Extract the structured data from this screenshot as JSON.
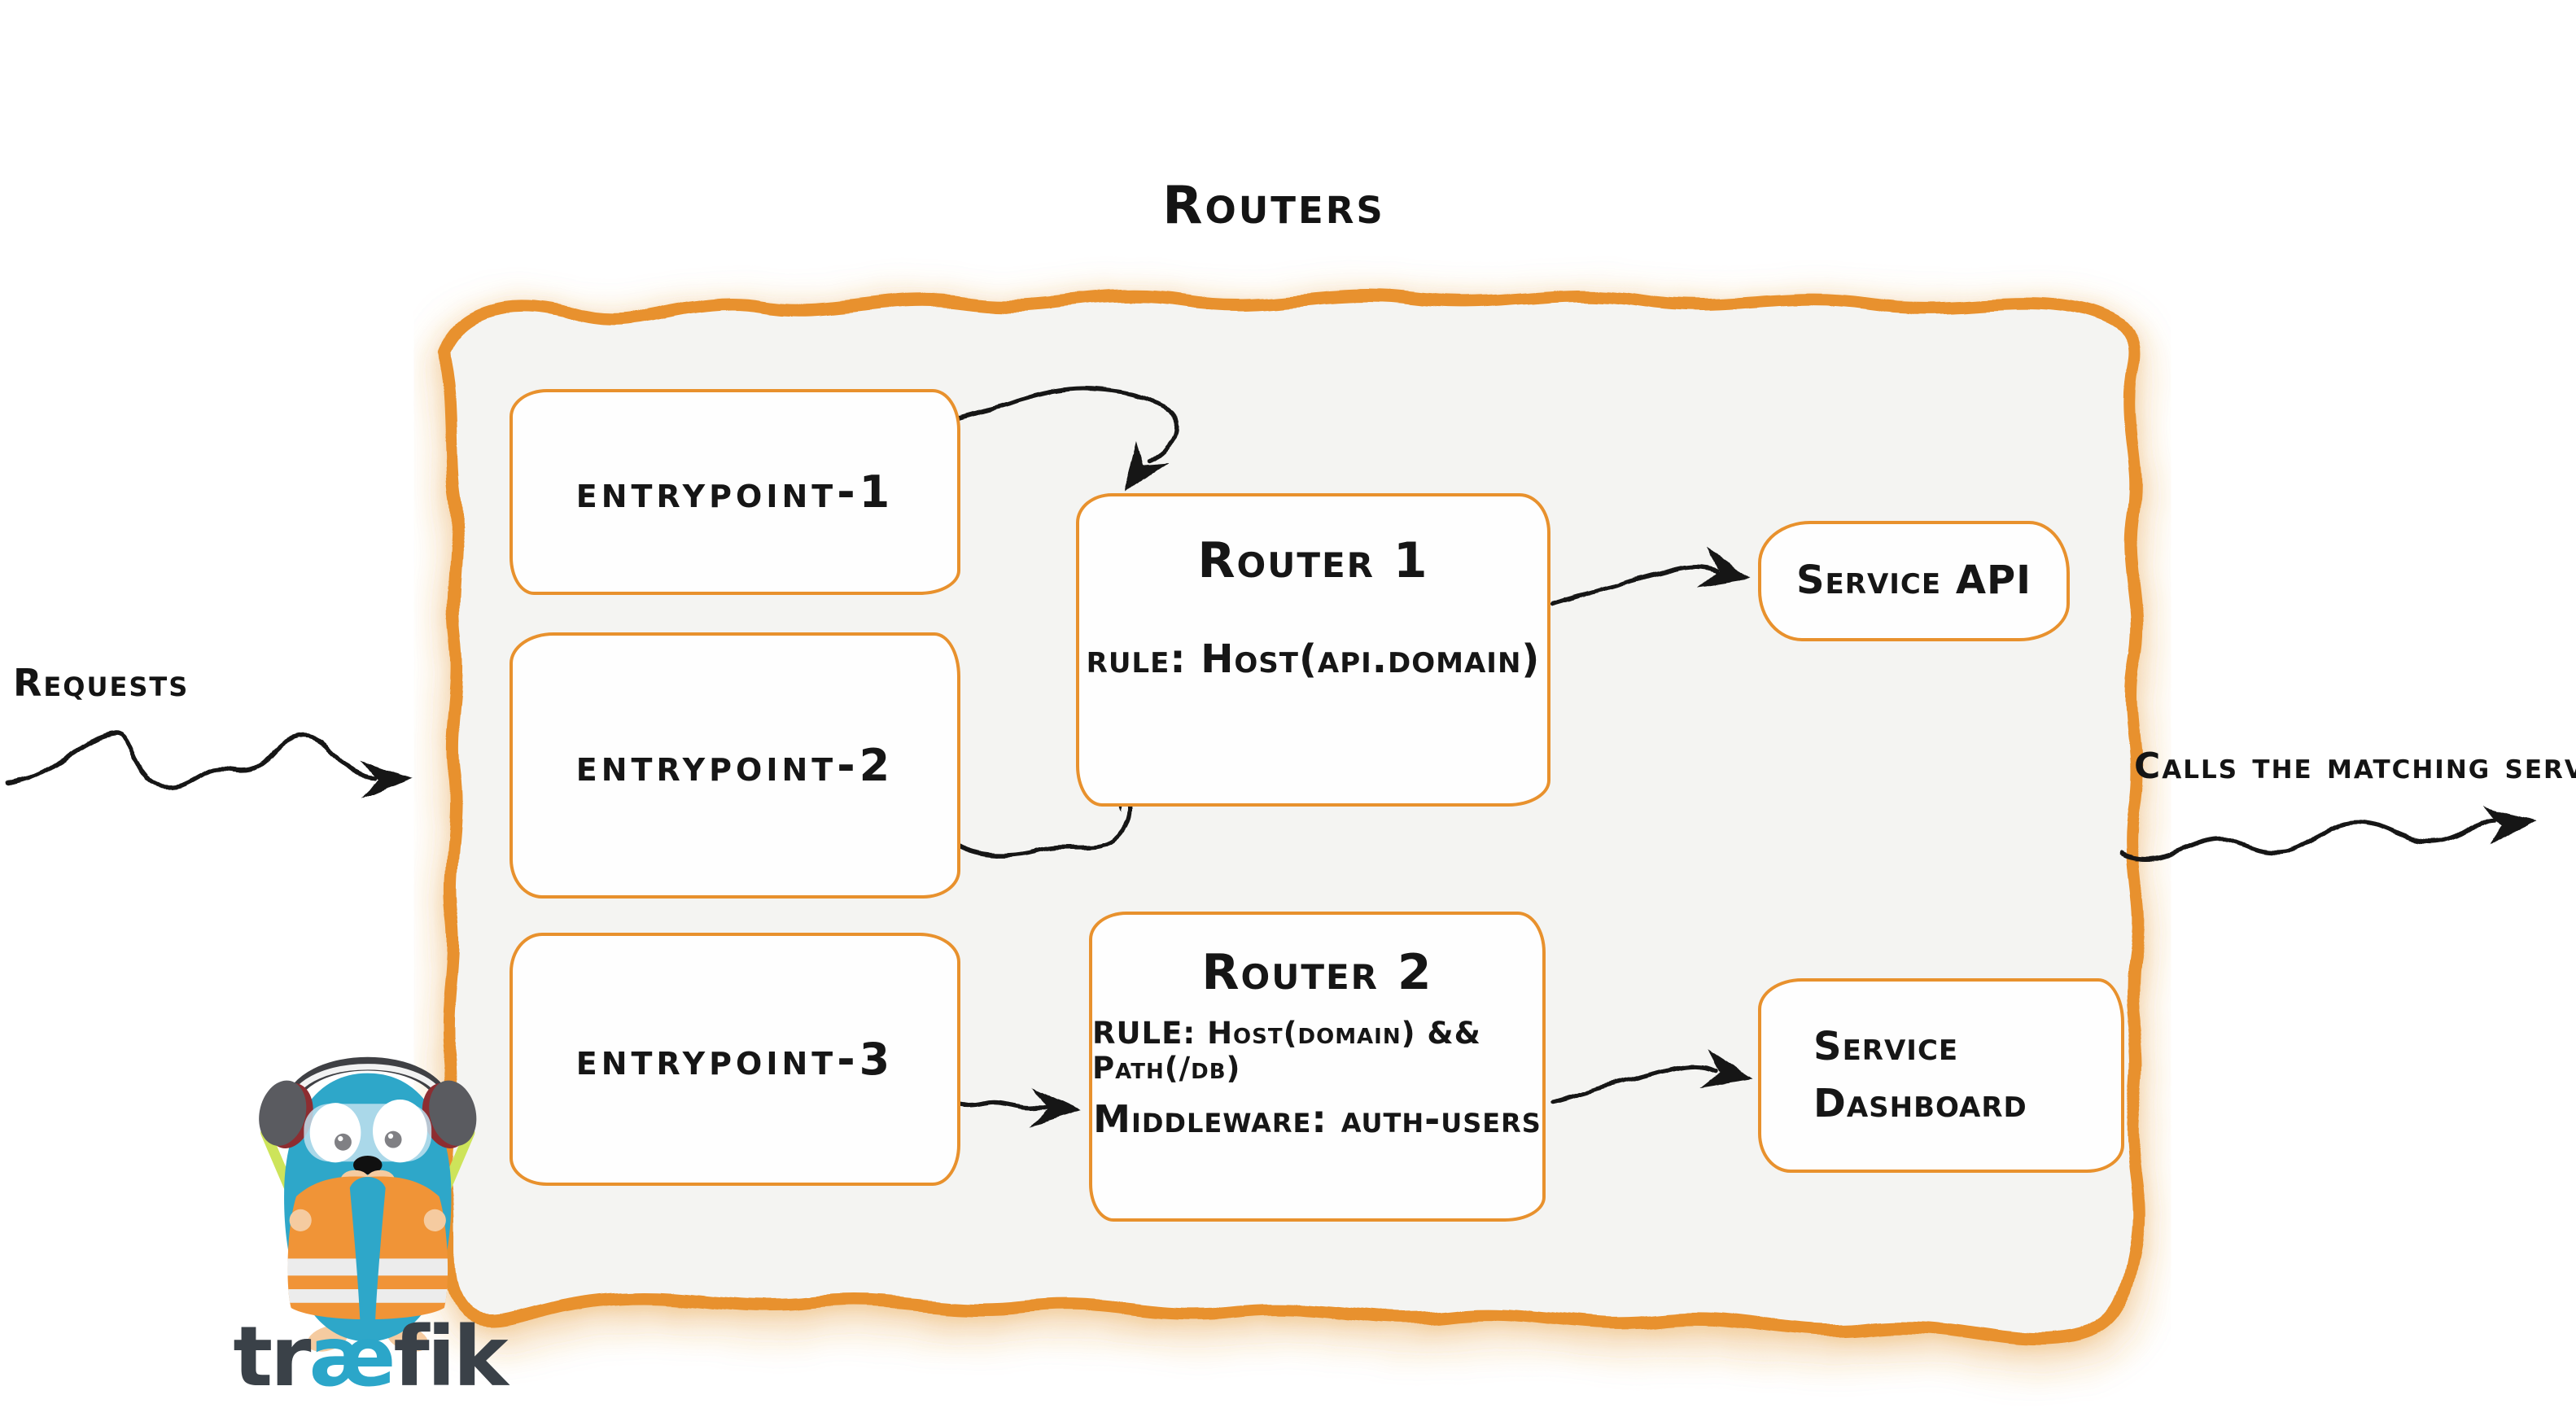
{
  "diagram": {
    "title": "Routers",
    "left_label": "Requests",
    "right_label": "Calls the matching server",
    "entrypoints": [
      {
        "label": "entrypoint-1"
      },
      {
        "label": "entrypoint-2"
      },
      {
        "label": "entrypoint-3"
      }
    ],
    "routers": [
      {
        "title": "Router 1",
        "rule": "rule: Host(api.domain)"
      },
      {
        "title": "Router 2",
        "rule": "RULE: Host(domain) && Path(/db)",
        "middleware": "Middleware: auth-users"
      }
    ],
    "services": [
      {
        "label": "Service API"
      },
      {
        "label_line1": "Service",
        "label_line2": "Dashboard"
      }
    ]
  },
  "logo": {
    "name": "traefik-gopher-mascot",
    "wordmark_pre": "tr",
    "wordmark_ae": "æ",
    "wordmark_post": "fik"
  },
  "colors": {
    "accent_orange": "#e8912d",
    "container_fill": "#f4f4f2",
    "ink": "#141414",
    "logo_teal": "#2ba6c9",
    "logo_dark": "#3a4148",
    "vest_orange": "#f09437",
    "baton_green": "#cde45a"
  }
}
